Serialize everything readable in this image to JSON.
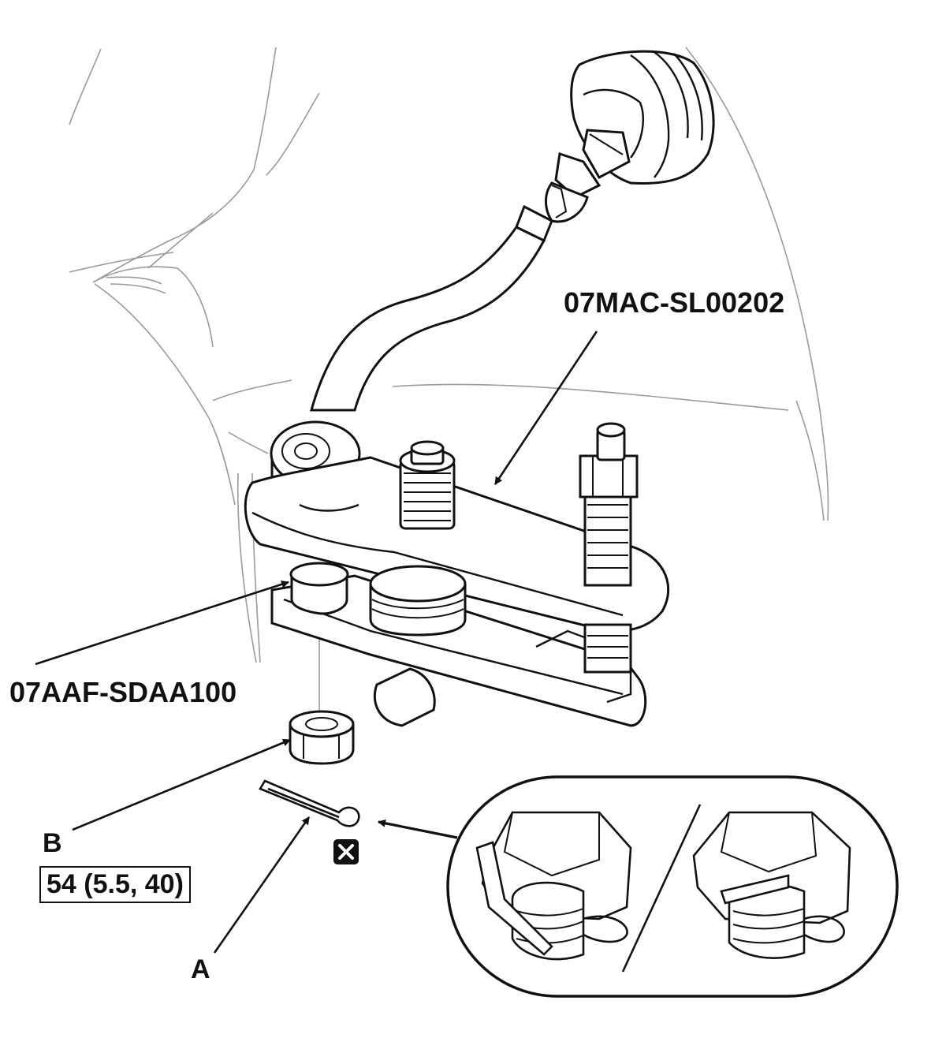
{
  "labels": {
    "tool_upper": "07MAC-SL00202",
    "tool_lower": "07AAF-SDAA100",
    "part_b": "B",
    "part_a": "A",
    "torque_spec": "54 (5.5, 40)"
  },
  "icons": {
    "replace_mark": "x-box-icon"
  },
  "colors": {
    "line": "#111111",
    "background_line": "#9a9a9a",
    "fill": "#ffffff"
  }
}
